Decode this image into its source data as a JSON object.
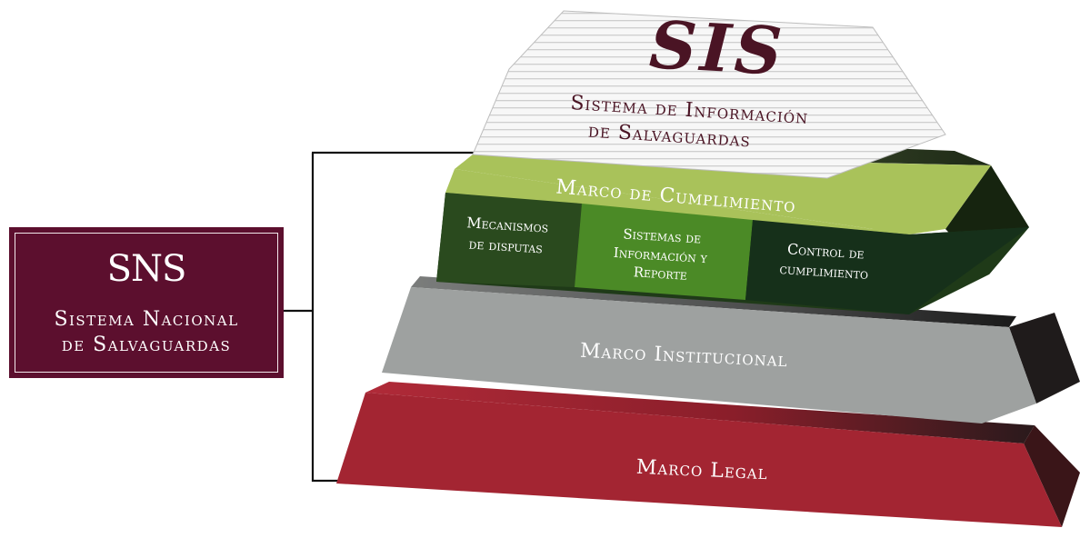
{
  "sns": {
    "abbr": "SNS",
    "line1": "Sistema Nacional",
    "line2": "de Salvaguardas"
  },
  "sis": {
    "abbr": "SIS",
    "line1": "Sistema de Información",
    "line2": "de Salvaguardas"
  },
  "marco_cumplimiento": {
    "title": "Marco de Cumplimiento",
    "blocks": [
      {
        "lines": [
          "Mecanismos",
          "de disputas"
        ]
      },
      {
        "lines": [
          "Sistemas de",
          "Información y",
          "Reporte"
        ]
      },
      {
        "lines": [
          "Control de",
          "cumplimiento"
        ]
      }
    ]
  },
  "marco_institucional": {
    "title": "Marco Institucional"
  },
  "marco_legal": {
    "title": "Marco Legal"
  },
  "colors": {
    "maroon": "#5c0f2e",
    "sis_text": "#4a1424",
    "green_light": "#a9c25a",
    "green_dark": "#1f3a18",
    "green_mid": "#4b8a26",
    "gray": "#9ea1a0",
    "red": "#a32532"
  }
}
